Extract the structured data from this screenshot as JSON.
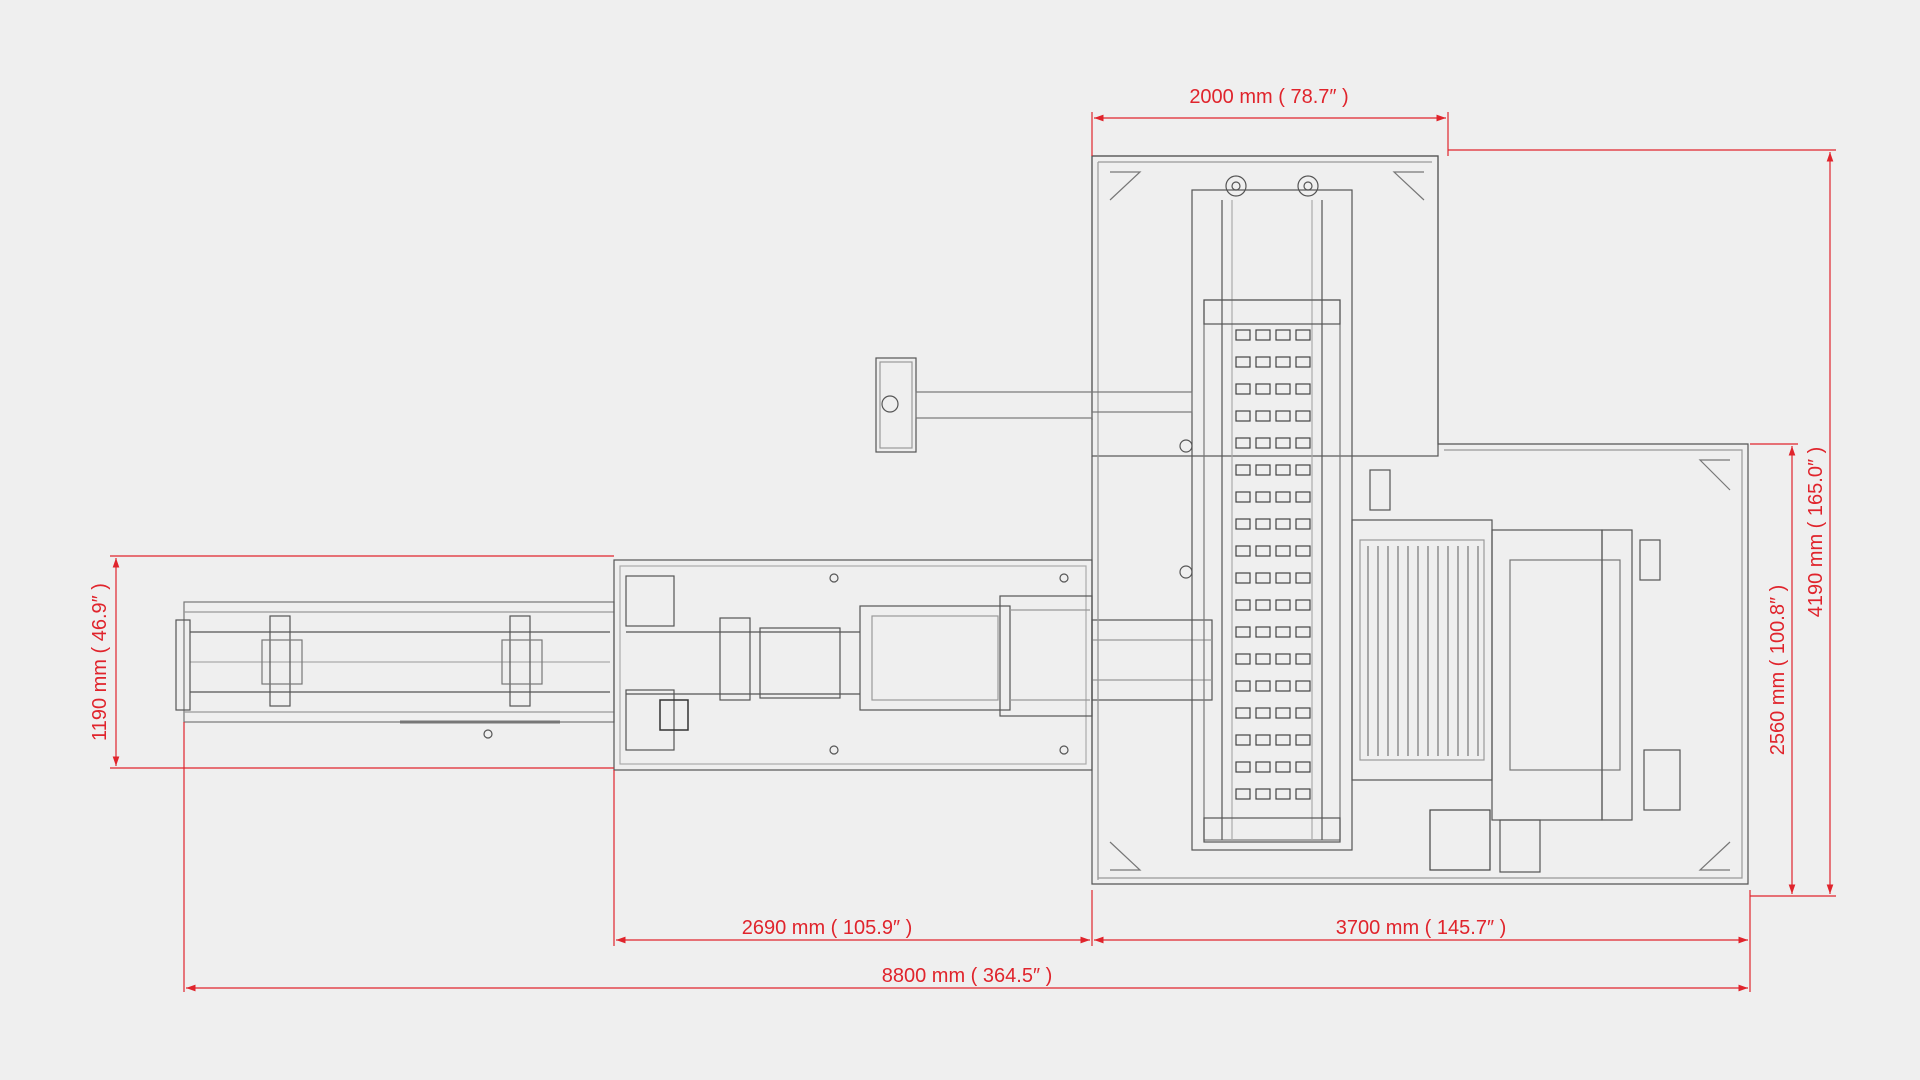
{
  "colors": {
    "background": "#efefef",
    "dimension": "#e0242c",
    "drawing_line": "#555555",
    "drawing_light": "#9a9a9a"
  },
  "dimensions": {
    "top_width": "2000 mm ( 78.7″ )",
    "total_height": "4190 mm ( 165.0″ )",
    "right_height": "2560 mm ( 100.8″ )",
    "left_height": "1190 mm ( 46.9″ )",
    "mid_width": "2690 mm ( 105.9″ )",
    "right_width": "3700 mm ( 145.7″ )",
    "total_width": "8800 mm ( 364.5″ )"
  }
}
